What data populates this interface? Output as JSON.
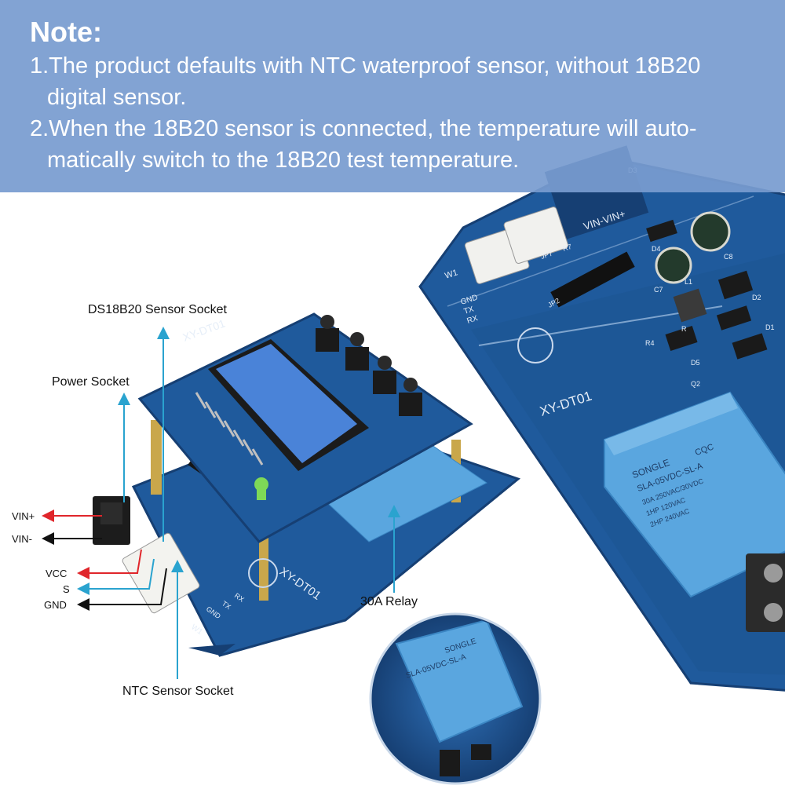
{
  "note": {
    "title": "Note:",
    "line1a": "1.The product defaults with NTC waterproof sensor, without 18B20",
    "line1b": "digital sensor.",
    "line2a": "2.When the 18B20 sensor is connected, the temperature will auto-",
    "line2b": "matically switch to the 18B20 test temperature."
  },
  "labels": {
    "ds18b20": "DS18B20 Sensor Socket",
    "power": "Power Socket",
    "relay": "30A Relay",
    "ntc": "NTC Sensor Socket"
  },
  "pins": {
    "vin_plus": "VIN+",
    "vin_minus": "VIN-",
    "vcc": "VCC",
    "s": "S",
    "gnd": "GND"
  },
  "board": {
    "model": "XY-DT01",
    "model_small": "XY-DT01",
    "header_top": "VIN-VIN+",
    "w1": "W1",
    "gnd": "GND",
    "tx": "TX",
    "rx": "RX",
    "jp2": "JP2",
    "jp7": "JP7",
    "r7": "R7",
    "d3": "D3",
    "d4": "D4",
    "c8": "C8",
    "c7": "C7",
    "d2": "D2",
    "d1": "D1",
    "r4": "R4",
    "d5": "D5",
    "q2": "Q2",
    "l1": "L1",
    "r": "R",
    "zoom_brand": "SONGLE",
    "zoom_model": "SLA-05VDC-SL-A"
  },
  "relay": {
    "brand": "SONGLE",
    "model": "SLA-05VDC-SL-A",
    "rating1": "30A 250VAC/30VDC",
    "rating2": "1HP 120VAC",
    "rating3": "2HP 240VAC",
    "cqc": "CQC"
  },
  "colors": {
    "banner": "#7b9ed0",
    "pcb": "#1f5a9c",
    "pcb_dark": "#174780",
    "arrow_red": "#e0262b",
    "arrow_blue": "#2aa3cf",
    "arrow_black": "#111111"
  }
}
